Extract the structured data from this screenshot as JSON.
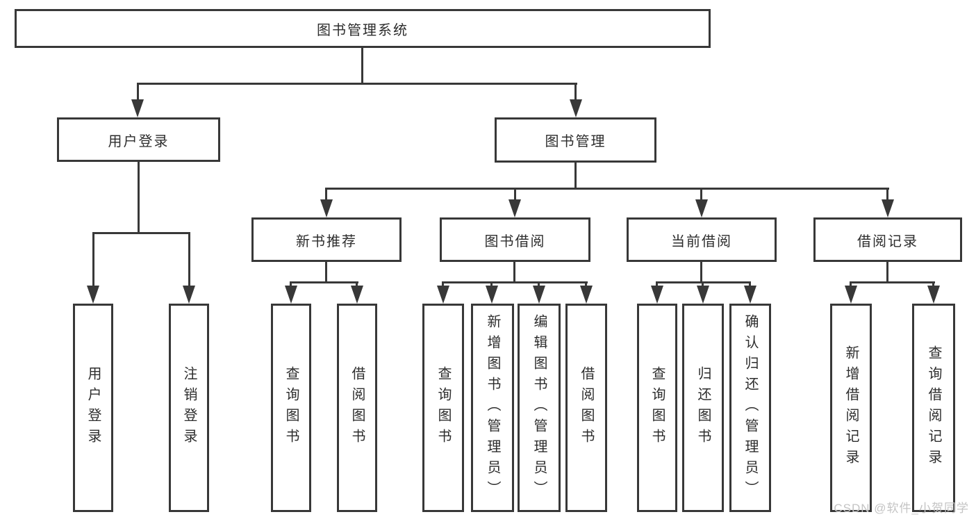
{
  "tree": {
    "label": "图书管理系统",
    "children": [
      {
        "label": "用户登录",
        "children": [
          {
            "label": "用户登录"
          },
          {
            "label": "注销登录"
          }
        ]
      },
      {
        "label": "图书管理",
        "children": [
          {
            "label": "新书推荐",
            "children": [
              {
                "label": "查询图书"
              },
              {
                "label": "借阅图书"
              }
            ]
          },
          {
            "label": "图书借阅",
            "children": [
              {
                "label": "查询图书"
              },
              {
                "label": "新增图书（管理员）"
              },
              {
                "label": "编辑图书（管理员）"
              },
              {
                "label": "借阅图书"
              }
            ]
          },
          {
            "label": "当前借阅",
            "children": [
              {
                "label": "查询图书"
              },
              {
                "label": "归还图书"
              },
              {
                "label": "确认归还（管理员）"
              }
            ]
          },
          {
            "label": "借阅记录",
            "children": [
              {
                "label": "新增借阅记录"
              },
              {
                "label": "查询借阅记录"
              }
            ]
          }
        ]
      }
    ]
  },
  "watermark": {
    "text": "CSDN @软件_小贺同学"
  },
  "colors": {
    "line": "#383838",
    "box_border": "#383838",
    "box_fill": "#ffffff",
    "text": "#2d2d2d",
    "watermark": "#c4c4c4",
    "background": "#ffffff"
  }
}
